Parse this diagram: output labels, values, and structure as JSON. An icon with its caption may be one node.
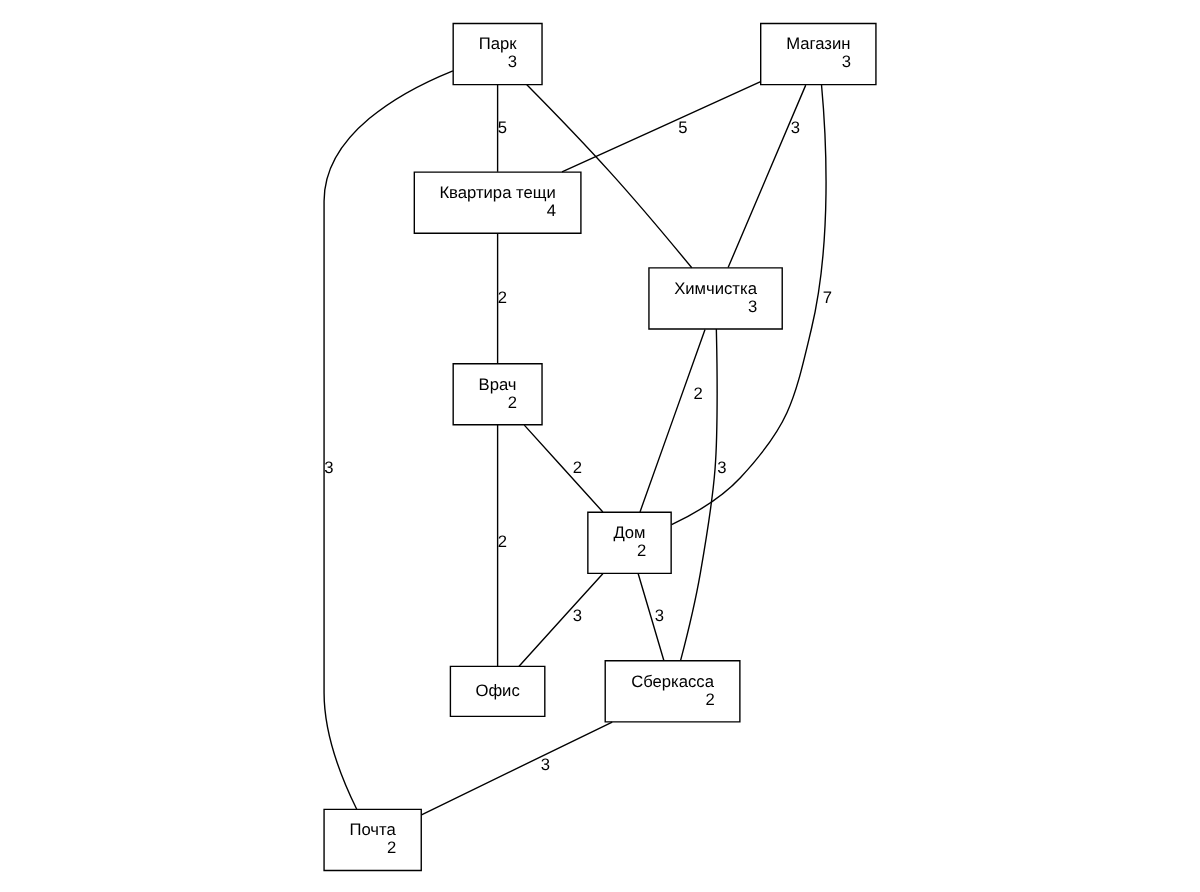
{
  "diagram": {
    "nodes": [
      {
        "text": [
          "Магазин",
          "3"
        ]
      },
      {
        "text": [
          "Парк",
          "3"
        ]
      },
      {
        "text": [
          "Квартира тещи",
          "4"
        ]
      },
      {
        "text": [
          "Врач",
          "2"
        ]
      },
      {
        "text": [
          "Химчистка",
          "3"
        ]
      },
      {
        "text": [
          "Дом",
          "2"
        ]
      },
      {
        "text": [
          "Сберкасса",
          "2"
        ]
      },
      {
        "text": [
          "Почта",
          "2"
        ]
      },
      {
        "text": [
          "Офис"
        ]
      }
    ],
    "edges": [
      {
        "from": 0,
        "to": 4,
        "arrow": "none",
        "label": "3"
      },
      {
        "from": 0,
        "to": 2,
        "arrow": "none",
        "label": "5"
      },
      {
        "from": 0,
        "to": 5,
        "arrow": "none",
        "label": "7"
      },
      {
        "from": 1,
        "to": 2,
        "arrow": "none",
        "label": "5"
      },
      {
        "from": 2,
        "to": 3,
        "arrow": "none",
        "label": "2"
      },
      {
        "from": 1,
        "to": 4,
        "arrow": "none"
      },
      {
        "from": 3,
        "to": 5,
        "arrow": "none",
        "label": "2"
      },
      {
        "from": 4,
        "to": 5,
        "arrow": "none",
        "label": "2"
      },
      {
        "from": 3,
        "to": 8,
        "arrow": "none",
        "label": "2"
      },
      {
        "from": 4,
        "to": 6,
        "arrow": "none",
        "label": "3"
      },
      {
        "from": 5,
        "to": 6,
        "arrow": "none",
        "label": "3"
      },
      {
        "from": 1,
        "to": 7,
        "arrow": "none",
        "label": "3"
      },
      {
        "from": 5,
        "to": 8,
        "arrow": "none",
        "label": "3"
      },
      {
        "from": 6,
        "to": 7,
        "arrow": "none",
        "label": "3"
      }
    ]
  }
}
